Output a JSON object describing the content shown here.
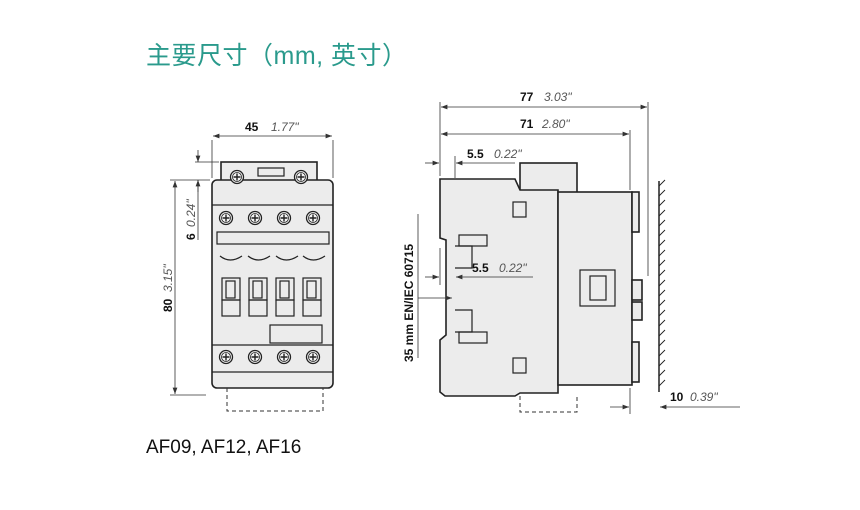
{
  "title": "主要尺寸（mm, 英寸）",
  "caption": "AF09, AF12, AF16",
  "front_view": {
    "width": {
      "mm": "45",
      "in": "1.77\""
    },
    "height": {
      "mm": "80",
      "in": "3.15\""
    },
    "top_offset": {
      "mm": "6",
      "in": "0.24\""
    }
  },
  "side_view": {
    "depth_total": {
      "mm": "77",
      "in": "3.03\""
    },
    "depth_body": {
      "mm": "71",
      "in": "2.80\""
    },
    "top_offset": {
      "mm": "5.5",
      "in": "0.22\""
    },
    "rail_offset": {
      "mm": "5.5",
      "in": "0.22\""
    },
    "wall_clearance": {
      "mm": "10",
      "in": "0.39\""
    },
    "rail_label": "35 mm EN/IEC 60715"
  },
  "colors": {
    "title": "#2a9a8c",
    "body_fill": "#ececec"
  }
}
